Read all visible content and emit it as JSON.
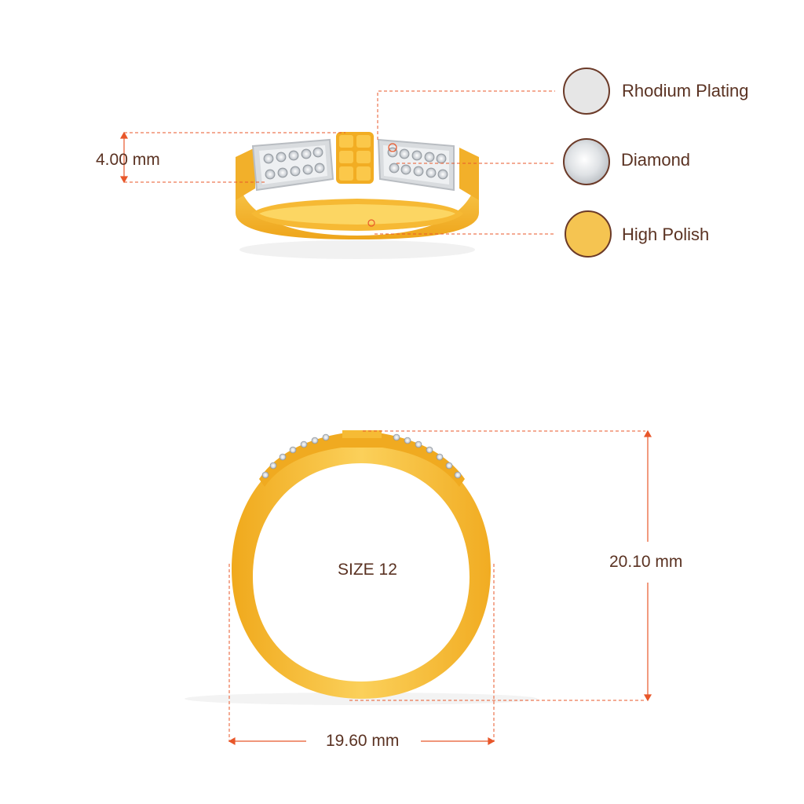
{
  "dimensions": {
    "width_label": "4.00 mm",
    "height_label": "20.10 mm",
    "diameter_label": "19.60 mm",
    "size_label": "SIZE 12"
  },
  "legend": [
    {
      "label": "Rhodium Plating",
      "icon": "rhodium-plating-swatch",
      "color": "#e6e6e6"
    },
    {
      "label": "Diamond",
      "icon": "diamond-swatch",
      "color": "#d8d8d8"
    },
    {
      "label": "High Polish",
      "icon": "high-polish-swatch",
      "color": "#f5c451"
    }
  ],
  "colors": {
    "gold": "#f3b42a",
    "gold_light": "#fbd35a",
    "accent": "#e8572a",
    "text": "#5a3222"
  }
}
